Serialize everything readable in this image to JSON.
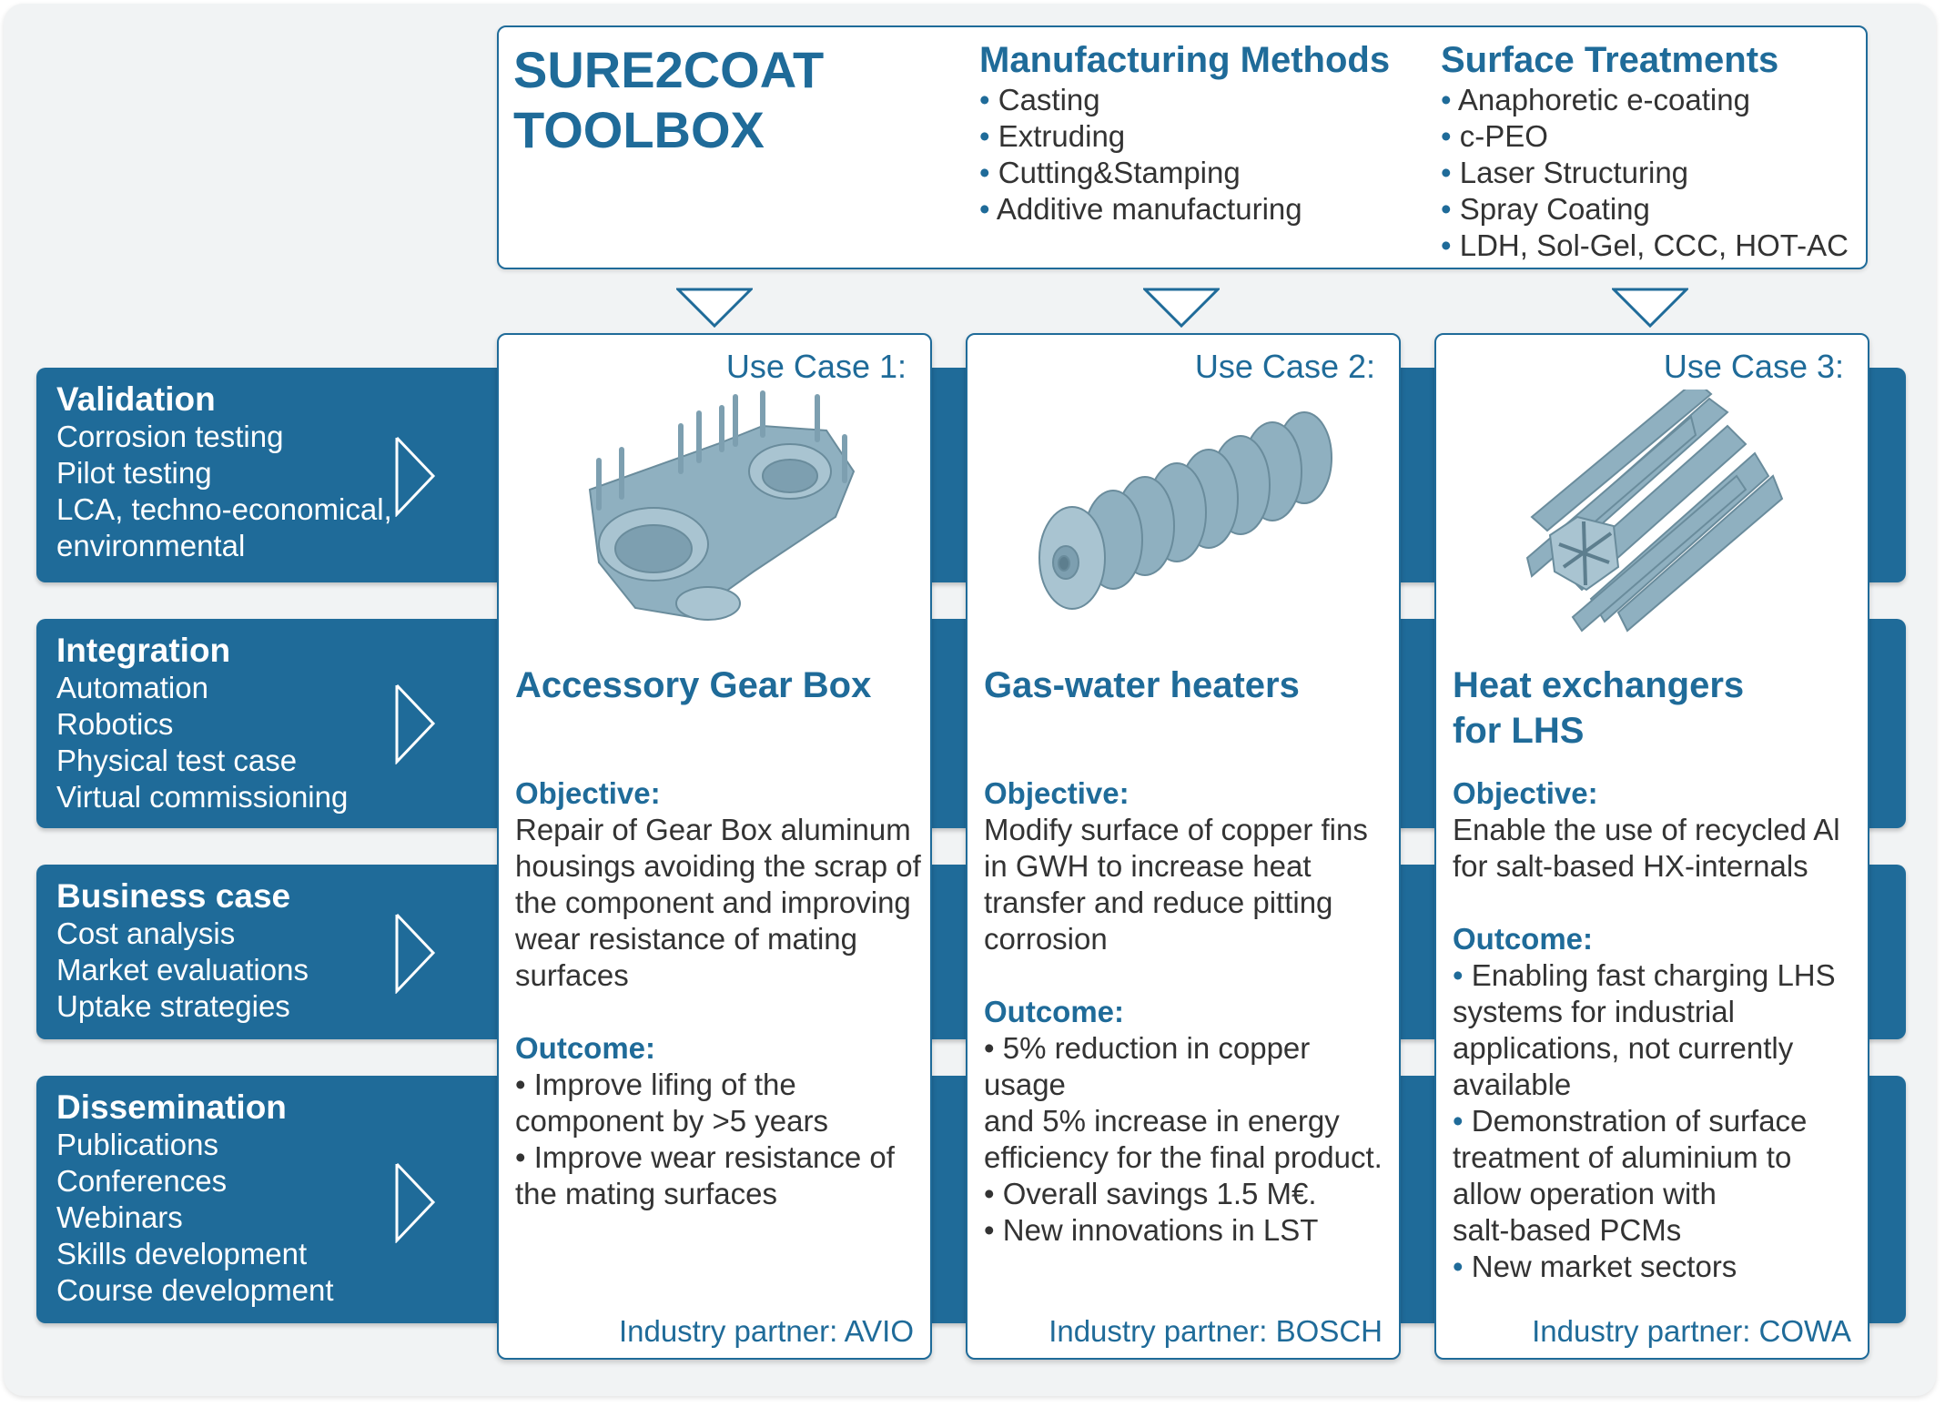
{
  "toolbox": {
    "title_line1": "SURE2COAT",
    "title_line2": "TOOLBOX",
    "manufacturing": {
      "heading": "Manufacturing Methods",
      "items": [
        "Casting",
        "Extruding",
        "Cutting&Stamping",
        "Additive manufacturing"
      ]
    },
    "surface": {
      "heading": "Surface Treatments",
      "items": [
        "Anaphoretic e-coating",
        "c-PEO",
        "Laser Structuring",
        "Spray Coating",
        "LDH, Sol-Gel, CCC, HOT-AC"
      ]
    }
  },
  "bands": [
    {
      "title": "Validation",
      "items": [
        "Corrosion testing",
        "Pilot testing",
        "LCA, techno-economical,",
        "environmental"
      ]
    },
    {
      "title": "Integration",
      "items": [
        "Automation",
        "Robotics",
        "Physical test case",
        "Virtual commissioning"
      ]
    },
    {
      "title": "Business case",
      "items": [
        "Cost analysis",
        "Market evaluations",
        "Uptake strategies"
      ]
    },
    {
      "title": "Dissemination",
      "items": [
        "Publications",
        "Conferences",
        "Webinars",
        "Skills development",
        "Course development"
      ]
    }
  ],
  "labels": {
    "objective": "Objective:",
    "outcome": "Outcome:",
    "bullet": "•"
  },
  "cases": [
    {
      "label": "Use Case 1:",
      "title": [
        "Accessory Gear Box"
      ],
      "objective": [
        "Repair of Gear Box aluminum",
        "housings avoiding the scrap of",
        "the component and improving",
        "wear resistance of mating",
        "surfaces"
      ],
      "outcome": [
        {
          "b": true,
          "t": "Improve lifing of the"
        },
        {
          "b": false,
          "t": "component by >5 years"
        },
        {
          "b": true,
          "t": "Improve wear resistance of"
        },
        {
          "b": false,
          "t": "the mating surfaces"
        }
      ],
      "partner": "Industry partner: AVIO"
    },
    {
      "label": "Use Case 2:",
      "title": [
        "Gas-water heaters"
      ],
      "objective": [
        "Modify surface of copper fins",
        "in GWH to increase heat",
        "transfer and reduce pitting",
        "corrosion"
      ],
      "outcome": [
        {
          "b": true,
          "t": "5% reduction in copper usage"
        },
        {
          "b": false,
          "t": "and 5% increase in energy"
        },
        {
          "b": false,
          "t": "efficiency for the final product."
        },
        {
          "b": true,
          "t": "Overall savings 1.5 M€."
        },
        {
          "b": true,
          "t": "New innovations in LST"
        }
      ],
      "partner": "Industry partner: BOSCH"
    },
    {
      "label": "Use Case 3:",
      "title": [
        "Heat exchangers",
        "for LHS"
      ],
      "objective": [
        "Enable the use of recycled Al",
        "for salt-based HX-internals"
      ],
      "outcome": [
        {
          "b": true,
          "t": "Enabling fast charging LHS"
        },
        {
          "b": false,
          "t": "systems for industrial"
        },
        {
          "b": false,
          "t": "applications, not currently"
        },
        {
          "b": false,
          "t": "available"
        },
        {
          "b": true,
          "t": "Demonstration of surface"
        },
        {
          "b": false,
          "t": "treatment of aluminium to"
        },
        {
          "b": false,
          "t": "allow operation with"
        },
        {
          "b": false,
          "t": "salt-based PCMs"
        },
        {
          "b": true,
          "t": "New market sectors"
        }
      ],
      "partner": "Industry partner: COWA"
    }
  ],
  "colors": {
    "primary": "#1f6b99",
    "background": "#f1f3f4",
    "part": "#8fb0c0"
  }
}
